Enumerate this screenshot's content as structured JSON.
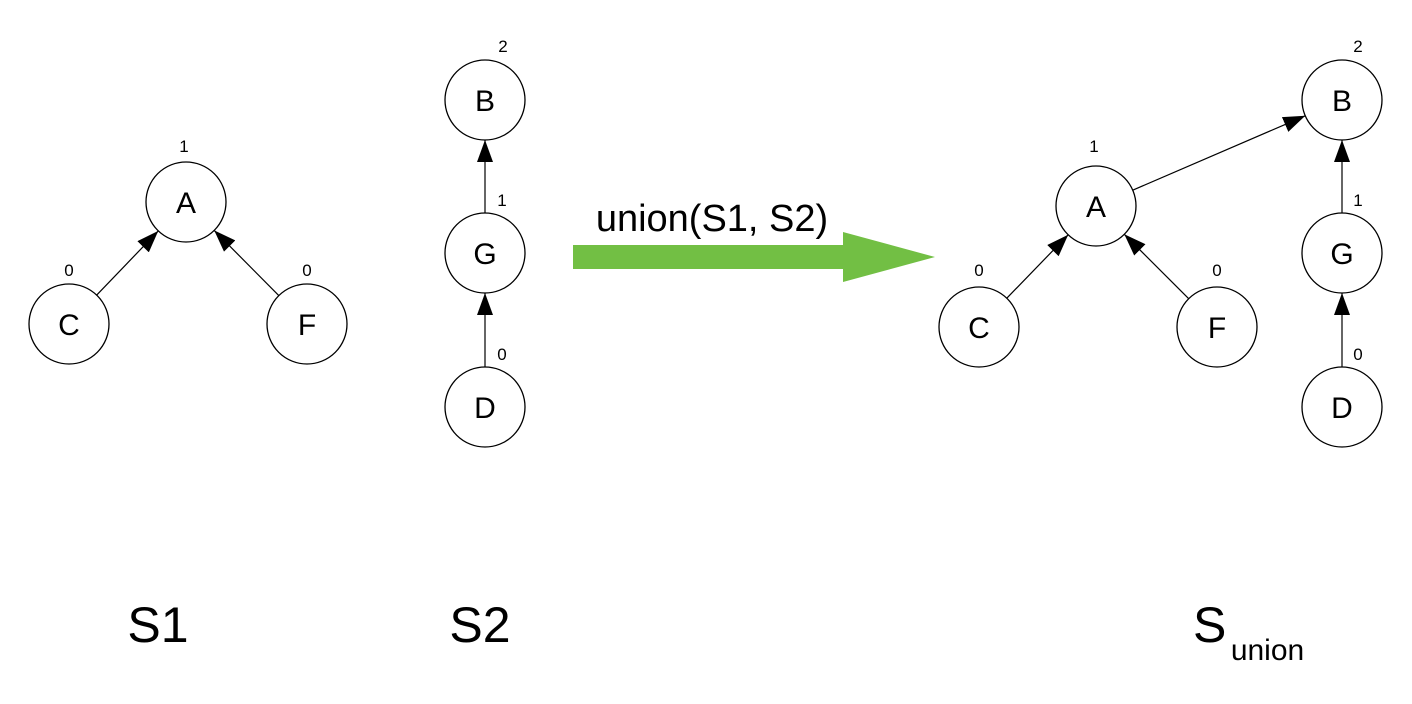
{
  "diagram": {
    "operation_label": "union(S1, S2)",
    "arrow_color": "#72BF44",
    "set_labels": {
      "s1": "S1",
      "s2": "S2",
      "union_main": "S",
      "union_sub": "union"
    },
    "nodes": {
      "s1": {
        "A": {
          "label": "A",
          "rank": "1"
        },
        "C": {
          "label": "C",
          "rank": "0"
        },
        "F": {
          "label": "F",
          "rank": "0"
        }
      },
      "s2": {
        "B": {
          "label": "B",
          "rank": "2"
        },
        "G": {
          "label": "G",
          "rank": "1"
        },
        "D": {
          "label": "D",
          "rank": "0"
        }
      },
      "union": {
        "A": {
          "label": "A",
          "rank": "1"
        },
        "C": {
          "label": "C",
          "rank": "0"
        },
        "F": {
          "label": "F",
          "rank": "0"
        },
        "B": {
          "label": "B",
          "rank": "2"
        },
        "G": {
          "label": "G",
          "rank": "1"
        },
        "D": {
          "label": "D",
          "rank": "0"
        }
      }
    },
    "edges": [
      {
        "set": "s1",
        "from": "C",
        "to": "A"
      },
      {
        "set": "s1",
        "from": "F",
        "to": "A"
      },
      {
        "set": "s2",
        "from": "G",
        "to": "B"
      },
      {
        "set": "s2",
        "from": "D",
        "to": "G"
      },
      {
        "set": "union",
        "from": "C",
        "to": "A"
      },
      {
        "set": "union",
        "from": "F",
        "to": "A"
      },
      {
        "set": "union",
        "from": "A",
        "to": "B"
      },
      {
        "set": "union",
        "from": "G",
        "to": "B"
      },
      {
        "set": "union",
        "from": "D",
        "to": "G"
      }
    ]
  }
}
